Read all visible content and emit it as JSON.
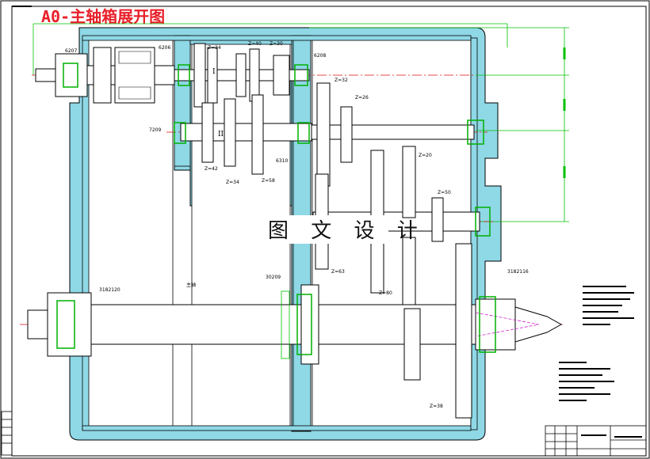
{
  "title": "A0-主轴箱展开图",
  "watermark": "图 文 设 计",
  "shaft_labels": {
    "shaft_1": "I",
    "shaft_2": "II",
    "main_shaft": "主轴"
  },
  "gear_labels": [
    "Z=24",
    "Z=40",
    "Z=30",
    "Z=32",
    "Z=26",
    "Z=42",
    "Z=34",
    "Z=58",
    "Z=20",
    "Z=50",
    "Z=63",
    "Z=80",
    "Z=38"
  ],
  "bearing_labels": [
    "6207",
    "6206",
    "6208",
    "7209",
    "6310",
    "3182120",
    "3182116",
    "30209"
  ],
  "colors": {
    "housing_fill": "#8fd8e6",
    "outline": "#000000",
    "centerline": "#e01010",
    "dimension": "#00c000",
    "hidden": "#d020d0",
    "bearing": "#00b000",
    "title": "#e8202a"
  }
}
